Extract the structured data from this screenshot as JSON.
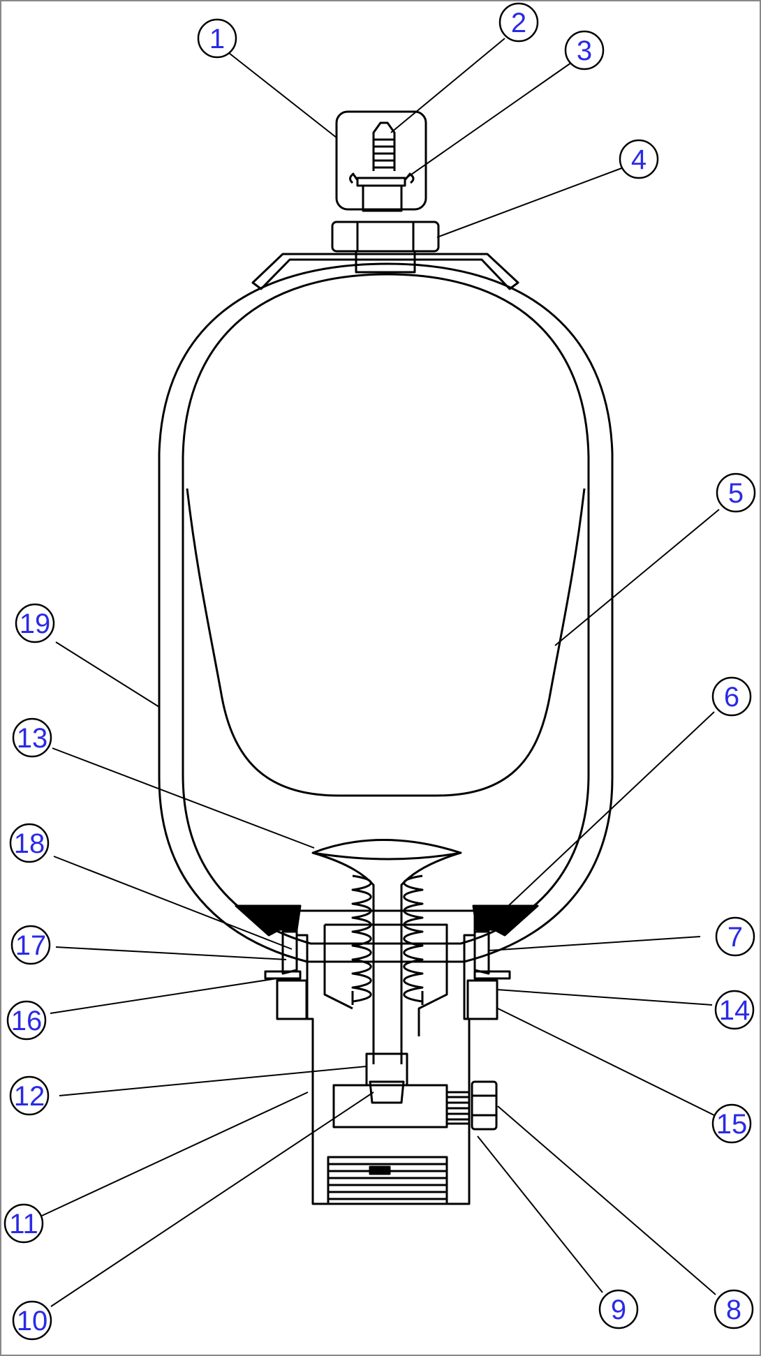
{
  "colors": {
    "line": "#000000",
    "callout_text": "#2a2ae6",
    "background": "#ffffff",
    "dark_fill": "#000000"
  },
  "callouts": [
    {
      "label": "1"
    },
    {
      "label": "2"
    },
    {
      "label": "3"
    },
    {
      "label": "4"
    },
    {
      "label": "5"
    },
    {
      "label": "6"
    },
    {
      "label": "7"
    },
    {
      "label": "8"
    },
    {
      "label": "9"
    },
    {
      "label": "10"
    },
    {
      "label": "11"
    },
    {
      "label": "12"
    },
    {
      "label": "13"
    },
    {
      "label": "14"
    },
    {
      "label": "15"
    },
    {
      "label": "16"
    },
    {
      "label": "17"
    },
    {
      "label": "18"
    },
    {
      "label": "19"
    }
  ]
}
